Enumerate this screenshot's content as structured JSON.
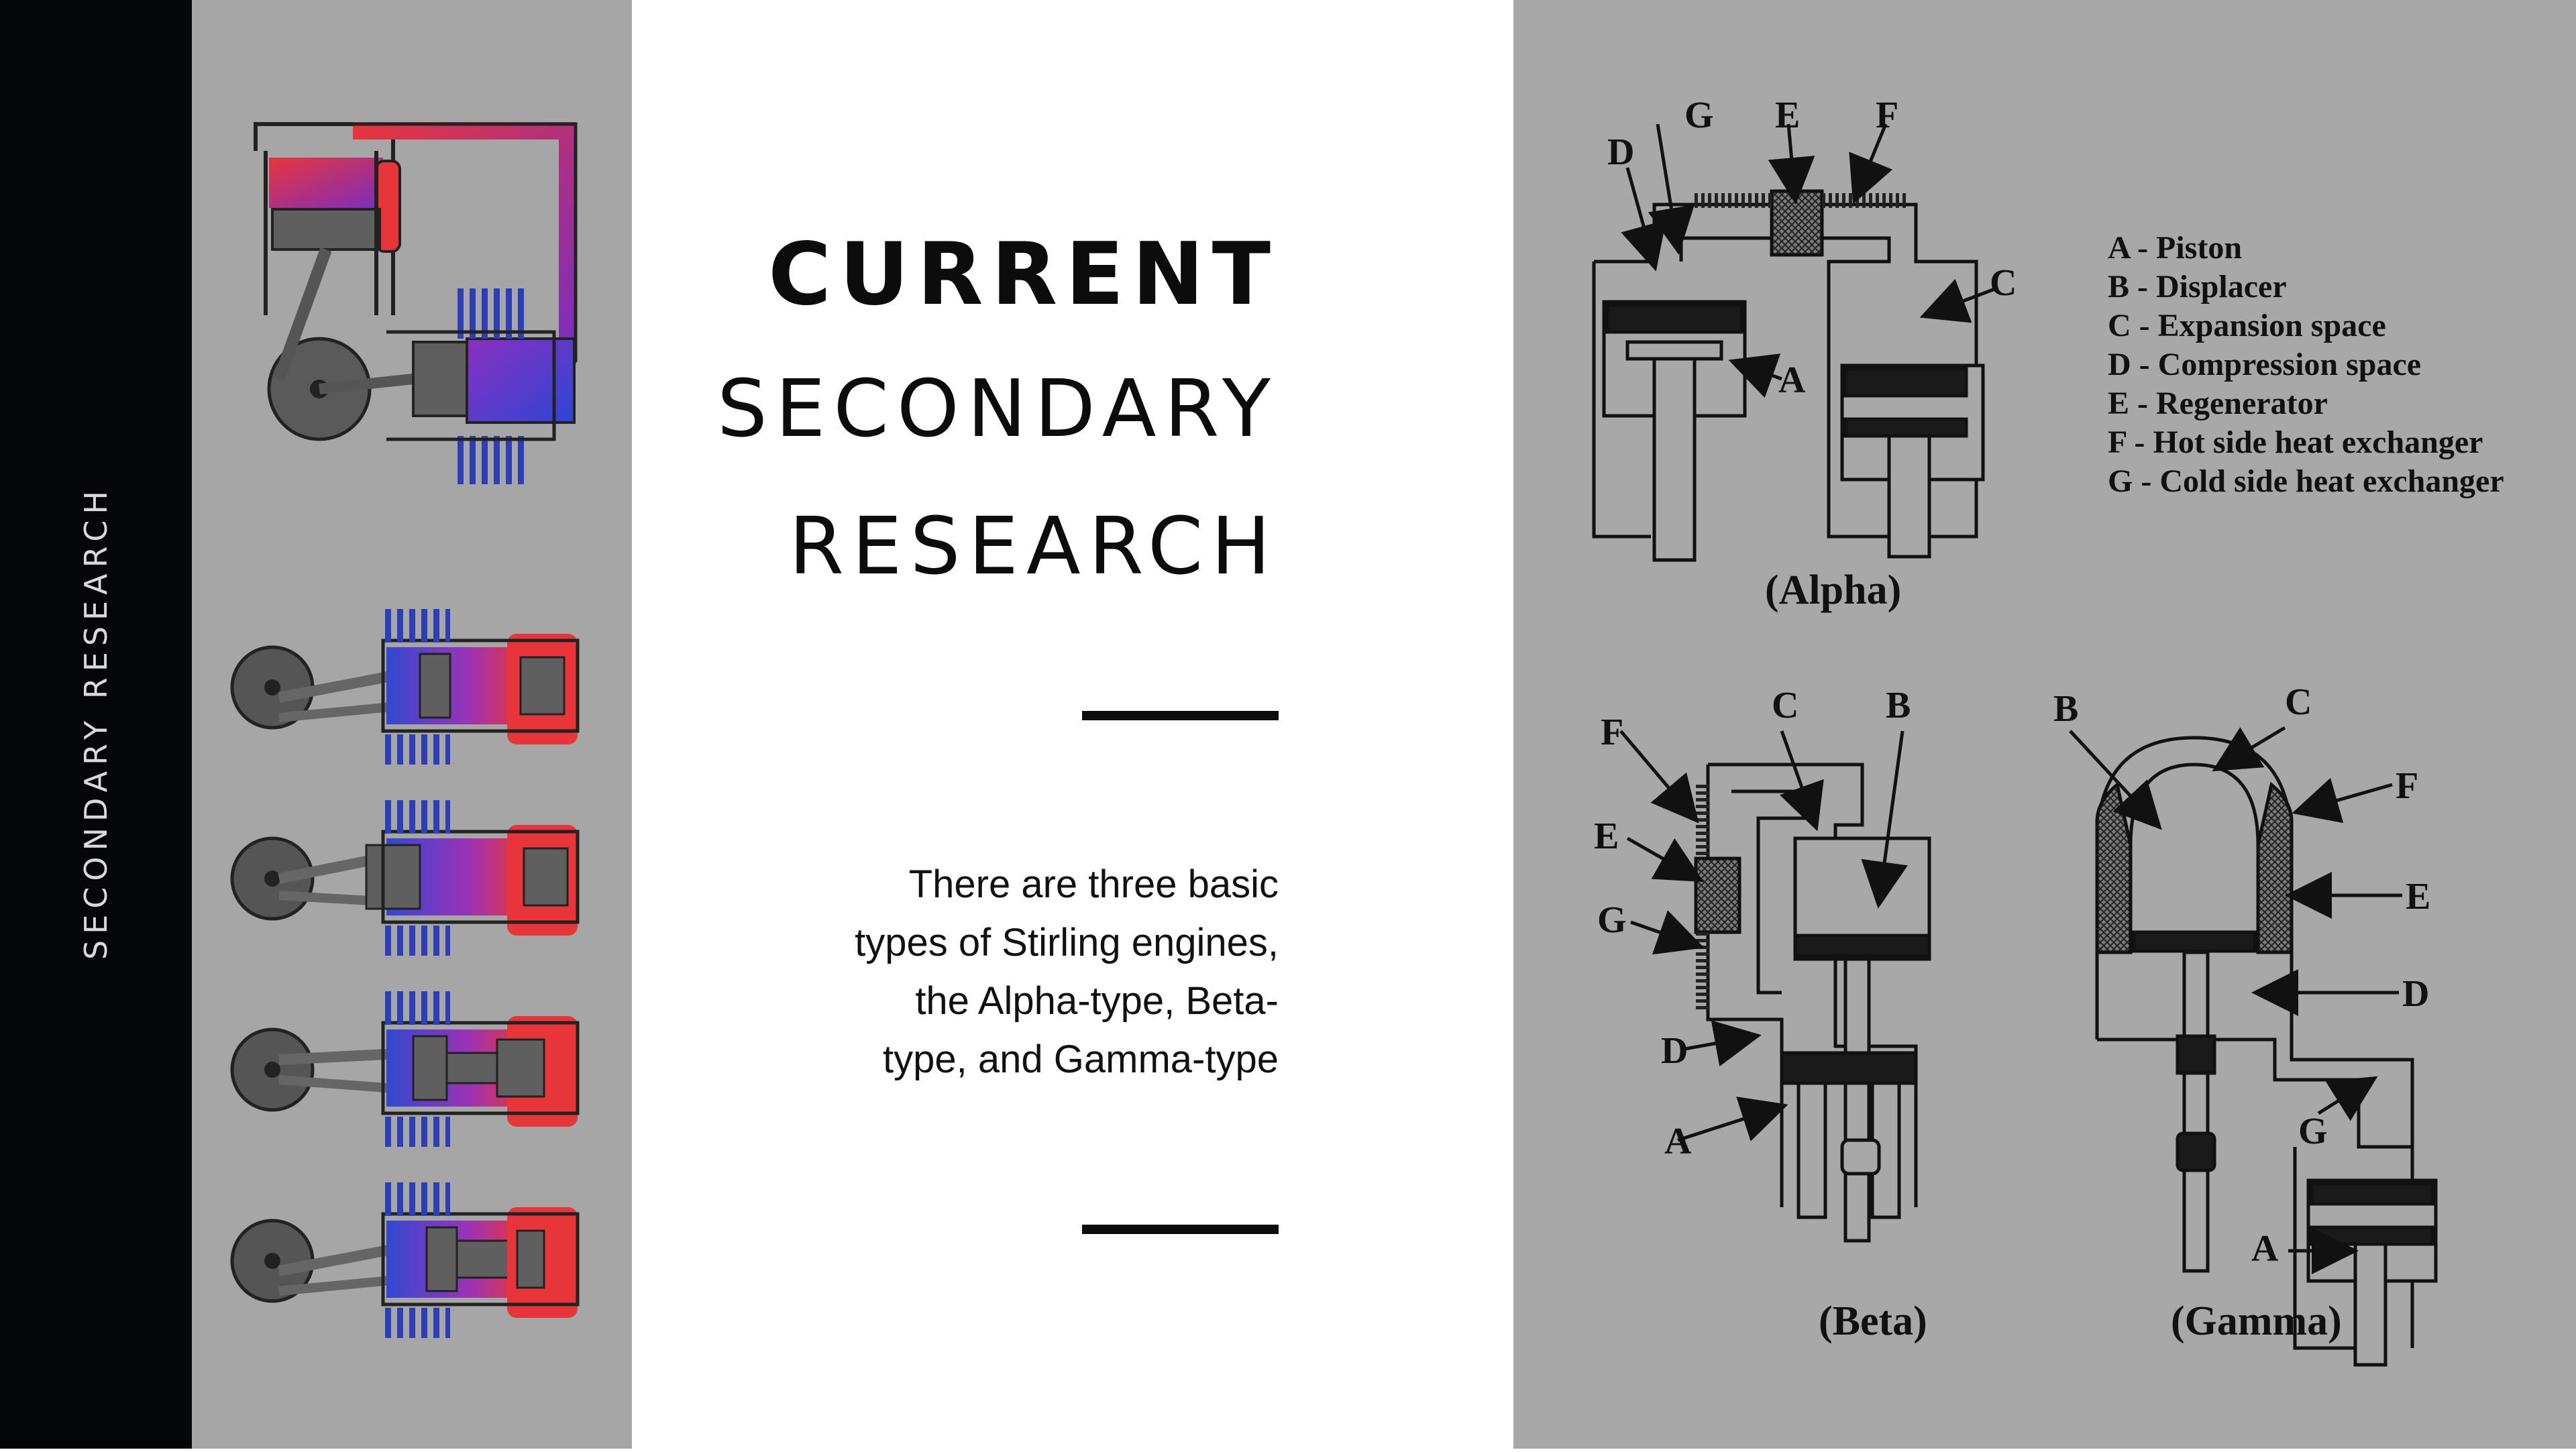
{
  "sidebar": {
    "label": "SECONDARY RESEARCH"
  },
  "title": {
    "line1": "CURRENT",
    "line2": "SECONDARY",
    "line3": "RESEARCH"
  },
  "description": "There are three basic types of Stirling engines, the Alpha-type, Beta-type, and Gamma-type",
  "diagram": {
    "legend": [
      "A - Piston",
      "B - Displacer",
      "C - Expansion space",
      "D - Compression space",
      "E - Regenerator",
      "F - Hot side heat exchanger",
      "G - Cold side heat exchanger"
    ],
    "alpha": {
      "caption": "(Alpha)",
      "labels": [
        "G",
        "E",
        "F",
        "D",
        "C",
        "A"
      ]
    },
    "beta": {
      "caption": "(Beta)",
      "labels": [
        "C",
        "B",
        "F",
        "E",
        "G",
        "D",
        "A"
      ]
    },
    "gamma": {
      "caption": "(Gamma)",
      "labels": [
        "B",
        "C",
        "F",
        "E",
        "D",
        "G",
        "A"
      ]
    }
  },
  "colors": {
    "hot": "#e8353a",
    "cold": "#3346d6",
    "purple": "#8a2fc0",
    "metal": "#5e5e5e"
  }
}
